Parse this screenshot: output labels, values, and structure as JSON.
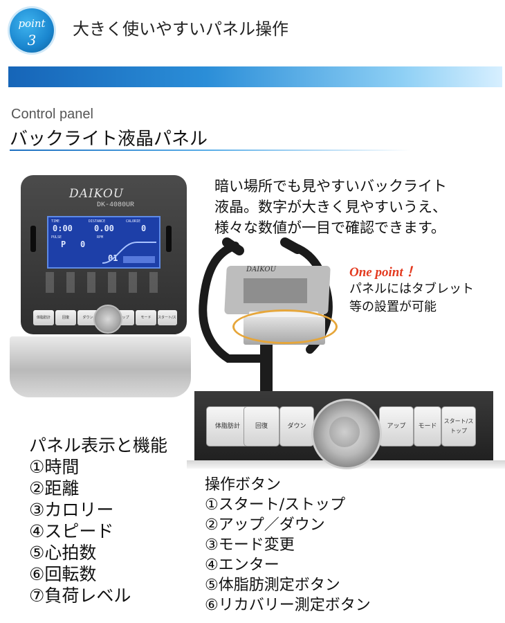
{
  "header": {
    "badge_top": "point",
    "badge_num": "3",
    "headline": "大きく使いやすいパネル操作"
  },
  "section": {
    "label_en": "Control panel",
    "label_jp": "バックライト液晶パネル"
  },
  "console": {
    "logo": "DAIKOU",
    "model": "DK-4080UR",
    "lcd_labels": [
      "TIME",
      "DISTANCE",
      "CALORIE",
      "PULSE",
      "RPM"
    ],
    "lcd_digits": [
      "0:00",
      "0.00",
      "0",
      "P",
      "0",
      "01"
    ],
    "keys": [
      "体脂肪計",
      "回復",
      "ダウン",
      "アップ",
      "モード",
      "スタート/ストップ"
    ]
  },
  "description": {
    "lines": [
      "暗い場所でも見やすいバックライト",
      "液晶。数字が大きく見やすいうえ、",
      "様々な数値が一目で確認できます。"
    ]
  },
  "bike_photo": {
    "logo": "DAIKOU"
  },
  "one_point": {
    "title": "One point ！",
    "lines": [
      "パネルにはタブレット",
      "等の設置が可能"
    ]
  },
  "zoom_panel": {
    "keys": [
      "体脂肪計",
      "回復",
      "ダウン",
      "アップ",
      "モード",
      "スタート/ストップ"
    ]
  },
  "display_functions": {
    "title": "パネル表示と機能",
    "items": [
      "①時間",
      "②距離",
      "③カロリー",
      "④スピード",
      "⑤心拍数",
      "⑥回転数",
      "⑦負荷レベル"
    ]
  },
  "operation_buttons": {
    "title": "操作ボタン",
    "items": [
      "①スタート/ストップ",
      "②アップ／ダウン",
      "③モード変更",
      "④エンター",
      "⑤体脂肪測定ボタン",
      "⑥リカバリー測定ボタン"
    ]
  },
  "colors": {
    "accent_blue": "#1a86cf",
    "one_point_red": "#e33a1f",
    "ellipse_orange": "#e6a63a"
  }
}
